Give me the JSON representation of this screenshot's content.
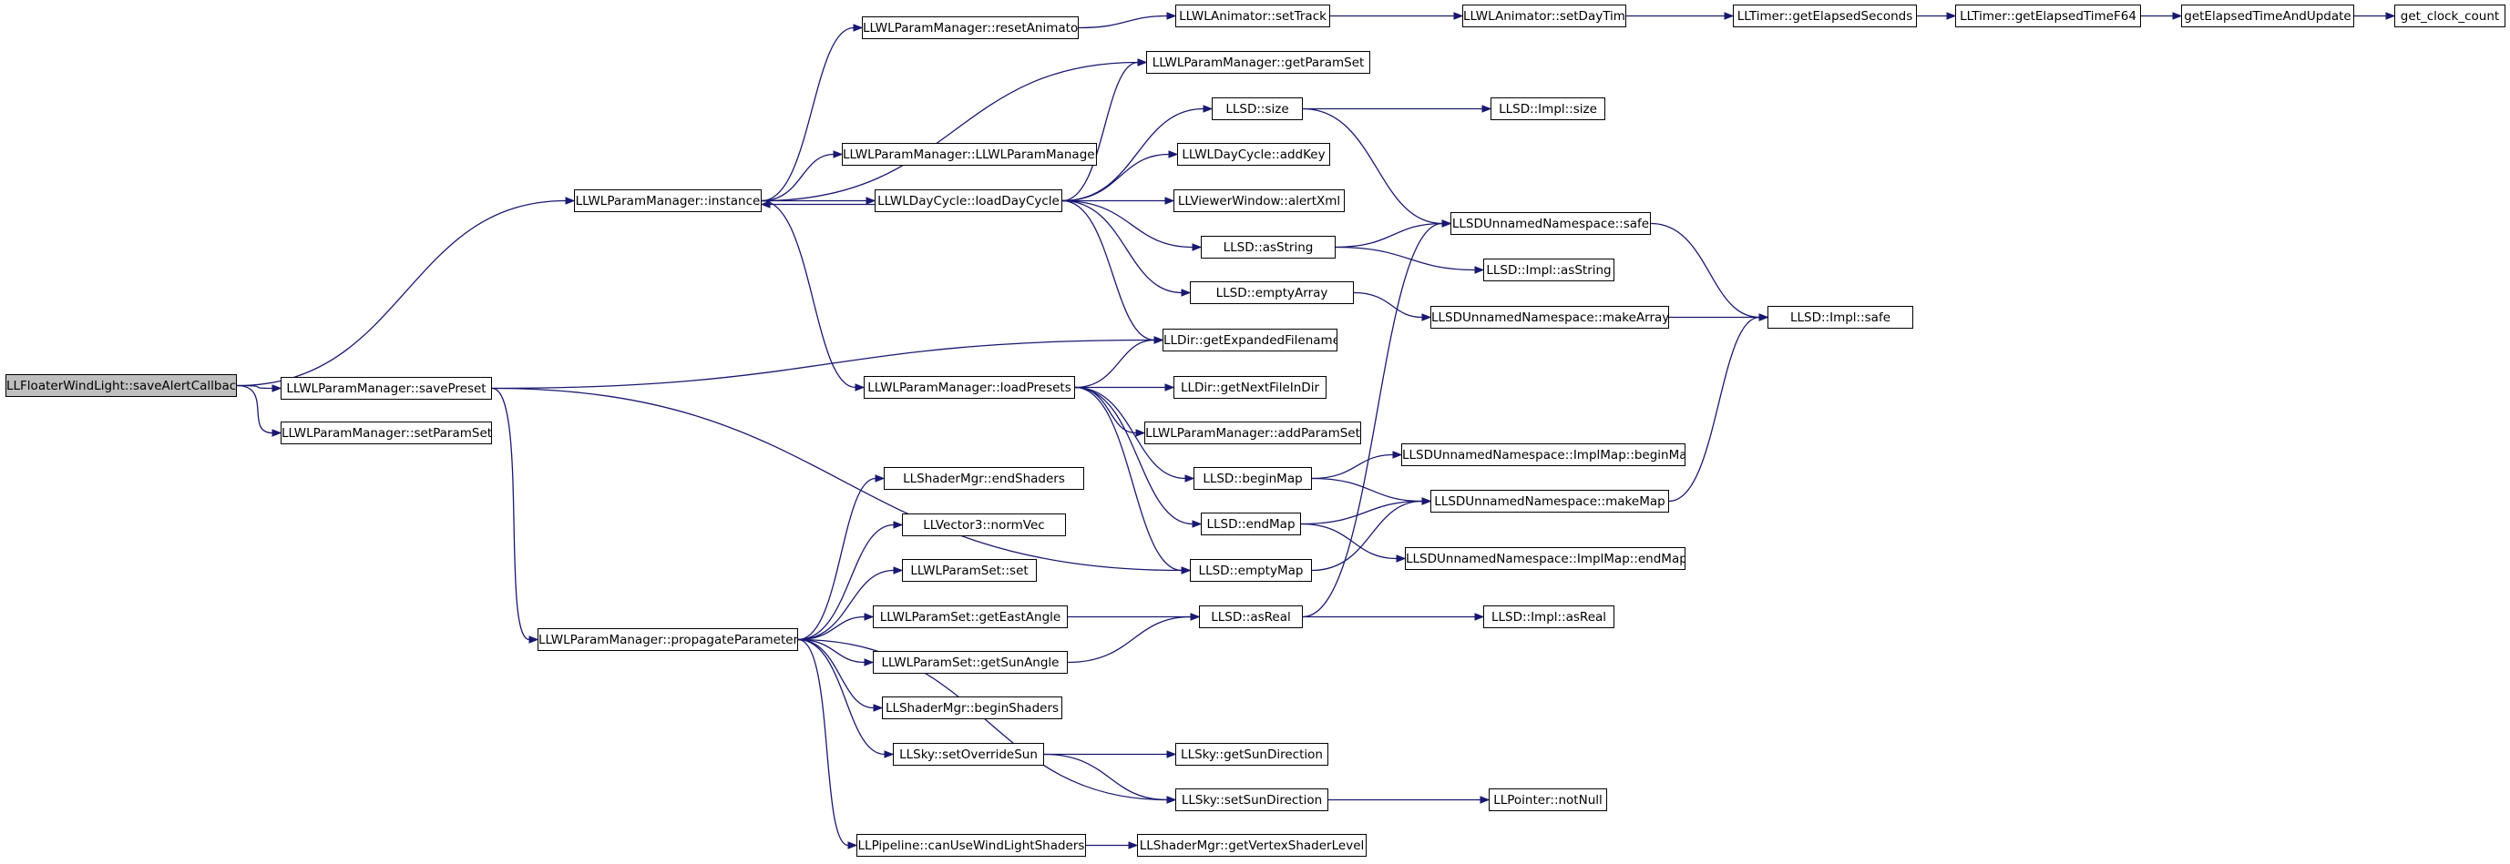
{
  "graph": {
    "colors": {
      "edge": "#191970",
      "root_fill": "#bfbfbf",
      "node_fill": "#ffffff",
      "border": "#000000"
    },
    "nodes": [
      {
        "id": "n0",
        "label": "LLFloaterWindLight::saveAlertCallback",
        "root": true
      },
      {
        "id": "n1",
        "label": "LLWLParamManager::instance"
      },
      {
        "id": "n2",
        "label": "LLWLParamManager::savePreset"
      },
      {
        "id": "n3",
        "label": "LLWLParamManager::setParamSet"
      },
      {
        "id": "n4",
        "label": "LLWLParamManager::resetAnimator"
      },
      {
        "id": "n5",
        "label": "LLWLParamManager::LLWLParamManager"
      },
      {
        "id": "n6",
        "label": "LLWLDayCycle::loadDayCycle"
      },
      {
        "id": "n7",
        "label": "LLWLParamManager::loadPresets"
      },
      {
        "id": "n8",
        "label": "LLWLParamManager::propagateParameters"
      },
      {
        "id": "n9",
        "label": "LLWLAnimator::setTrack"
      },
      {
        "id": "n10",
        "label": "LLWLAnimator::setDayTime"
      },
      {
        "id": "n11",
        "label": "LLTimer::getElapsedSeconds"
      },
      {
        "id": "n12",
        "label": "LLTimer::getElapsedTimeF64"
      },
      {
        "id": "n13",
        "label": "getElapsedTimeAndUpdate"
      },
      {
        "id": "n14",
        "label": "get_clock_count"
      },
      {
        "id": "n15",
        "label": "LLWLParamManager::getParamSet"
      },
      {
        "id": "n16",
        "label": "LLSD::size"
      },
      {
        "id": "n17",
        "label": "LLSD::Impl::size"
      },
      {
        "id": "n18",
        "label": "LLWLDayCycle::addKey"
      },
      {
        "id": "n19",
        "label": "LLViewerWindow::alertXml"
      },
      {
        "id": "n20",
        "label": "LLSDUnnamedNamespace::safe"
      },
      {
        "id": "n21",
        "label": "LLSD::asString"
      },
      {
        "id": "n22",
        "label": "LLSD::Impl::asString"
      },
      {
        "id": "n23",
        "label": "LLSD::emptyArray"
      },
      {
        "id": "n24",
        "label": "LLSDUnnamedNamespace::makeArray"
      },
      {
        "id": "n25",
        "label": "LLSD::Impl::safe"
      },
      {
        "id": "n26",
        "label": "LLDir::getExpandedFilename"
      },
      {
        "id": "n27",
        "label": "LLDir::getNextFileInDir"
      },
      {
        "id": "n28",
        "label": "LLWLParamManager::addParamSet"
      },
      {
        "id": "n29",
        "label": "LLSD::beginMap"
      },
      {
        "id": "n30",
        "label": "LLSDUnnamedNamespace::ImplMap::beginMap"
      },
      {
        "id": "n31",
        "label": "LLSDUnnamedNamespace::makeMap"
      },
      {
        "id": "n32",
        "label": "LLSD::endMap"
      },
      {
        "id": "n33",
        "label": "LLSDUnnamedNamespace::ImplMap::endMap"
      },
      {
        "id": "n34",
        "label": "LLSD::emptyMap"
      },
      {
        "id": "n35",
        "label": "LLShaderMgr::endShaders"
      },
      {
        "id": "n36",
        "label": "LLVector3::normVec"
      },
      {
        "id": "n37",
        "label": "LLWLParamSet::set"
      },
      {
        "id": "n38",
        "label": "LLWLParamSet::getEastAngle"
      },
      {
        "id": "n39",
        "label": "LLSD::asReal"
      },
      {
        "id": "n40",
        "label": "LLSD::Impl::asReal"
      },
      {
        "id": "n41",
        "label": "LLWLParamSet::getSunAngle"
      },
      {
        "id": "n42",
        "label": "LLShaderMgr::beginShaders"
      },
      {
        "id": "n43",
        "label": "LLSky::setOverrideSun"
      },
      {
        "id": "n44",
        "label": "LLSky::getSunDirection"
      },
      {
        "id": "n45",
        "label": "LLSky::setSunDirection"
      },
      {
        "id": "n46",
        "label": "LLPointer::notNull"
      },
      {
        "id": "n47",
        "label": "LLPipeline::canUseWindLightShaders"
      },
      {
        "id": "n48",
        "label": "LLShaderMgr::getVertexShaderLevel"
      }
    ],
    "edges": [
      [
        "n0",
        "n1"
      ],
      [
        "n0",
        "n2"
      ],
      [
        "n0",
        "n3"
      ],
      [
        "n1",
        "n4"
      ],
      [
        "n1",
        "n15"
      ],
      [
        "n1",
        "n5"
      ],
      [
        "n1",
        "n6"
      ],
      [
        "n1",
        "n7"
      ],
      [
        "n2",
        "n26"
      ],
      [
        "n2",
        "n8"
      ],
      [
        "n2",
        "n34"
      ],
      [
        "n4",
        "n9"
      ],
      [
        "n9",
        "n10"
      ],
      [
        "n10",
        "n11"
      ],
      [
        "n11",
        "n12"
      ],
      [
        "n12",
        "n13"
      ],
      [
        "n13",
        "n14"
      ],
      [
        "n6",
        "n1"
      ],
      [
        "n6",
        "n15"
      ],
      [
        "n6",
        "n16"
      ],
      [
        "n6",
        "n18"
      ],
      [
        "n6",
        "n19"
      ],
      [
        "n6",
        "n21"
      ],
      [
        "n6",
        "n23"
      ],
      [
        "n6",
        "n26"
      ],
      [
        "n16",
        "n17"
      ],
      [
        "n16",
        "n20"
      ],
      [
        "n21",
        "n20"
      ],
      [
        "n21",
        "n22"
      ],
      [
        "n20",
        "n25"
      ],
      [
        "n23",
        "n24"
      ],
      [
        "n24",
        "n25"
      ],
      [
        "n7",
        "n26"
      ],
      [
        "n7",
        "n27"
      ],
      [
        "n7",
        "n28"
      ],
      [
        "n7",
        "n29"
      ],
      [
        "n7",
        "n32"
      ],
      [
        "n7",
        "n34"
      ],
      [
        "n29",
        "n30"
      ],
      [
        "n29",
        "n31"
      ],
      [
        "n32",
        "n31"
      ],
      [
        "n32",
        "n33"
      ],
      [
        "n34",
        "n31"
      ],
      [
        "n31",
        "n25"
      ],
      [
        "n8",
        "n35"
      ],
      [
        "n8",
        "n36"
      ],
      [
        "n8",
        "n37"
      ],
      [
        "n8",
        "n38"
      ],
      [
        "n8",
        "n41"
      ],
      [
        "n8",
        "n42"
      ],
      [
        "n8",
        "n43"
      ],
      [
        "n8",
        "n45"
      ],
      [
        "n8",
        "n47"
      ],
      [
        "n38",
        "n39"
      ],
      [
        "n41",
        "n39"
      ],
      [
        "n39",
        "n40"
      ],
      [
        "n39",
        "n20"
      ],
      [
        "n43",
        "n44"
      ],
      [
        "n43",
        "n45"
      ],
      [
        "n45",
        "n46"
      ],
      [
        "n47",
        "n48"
      ]
    ]
  }
}
